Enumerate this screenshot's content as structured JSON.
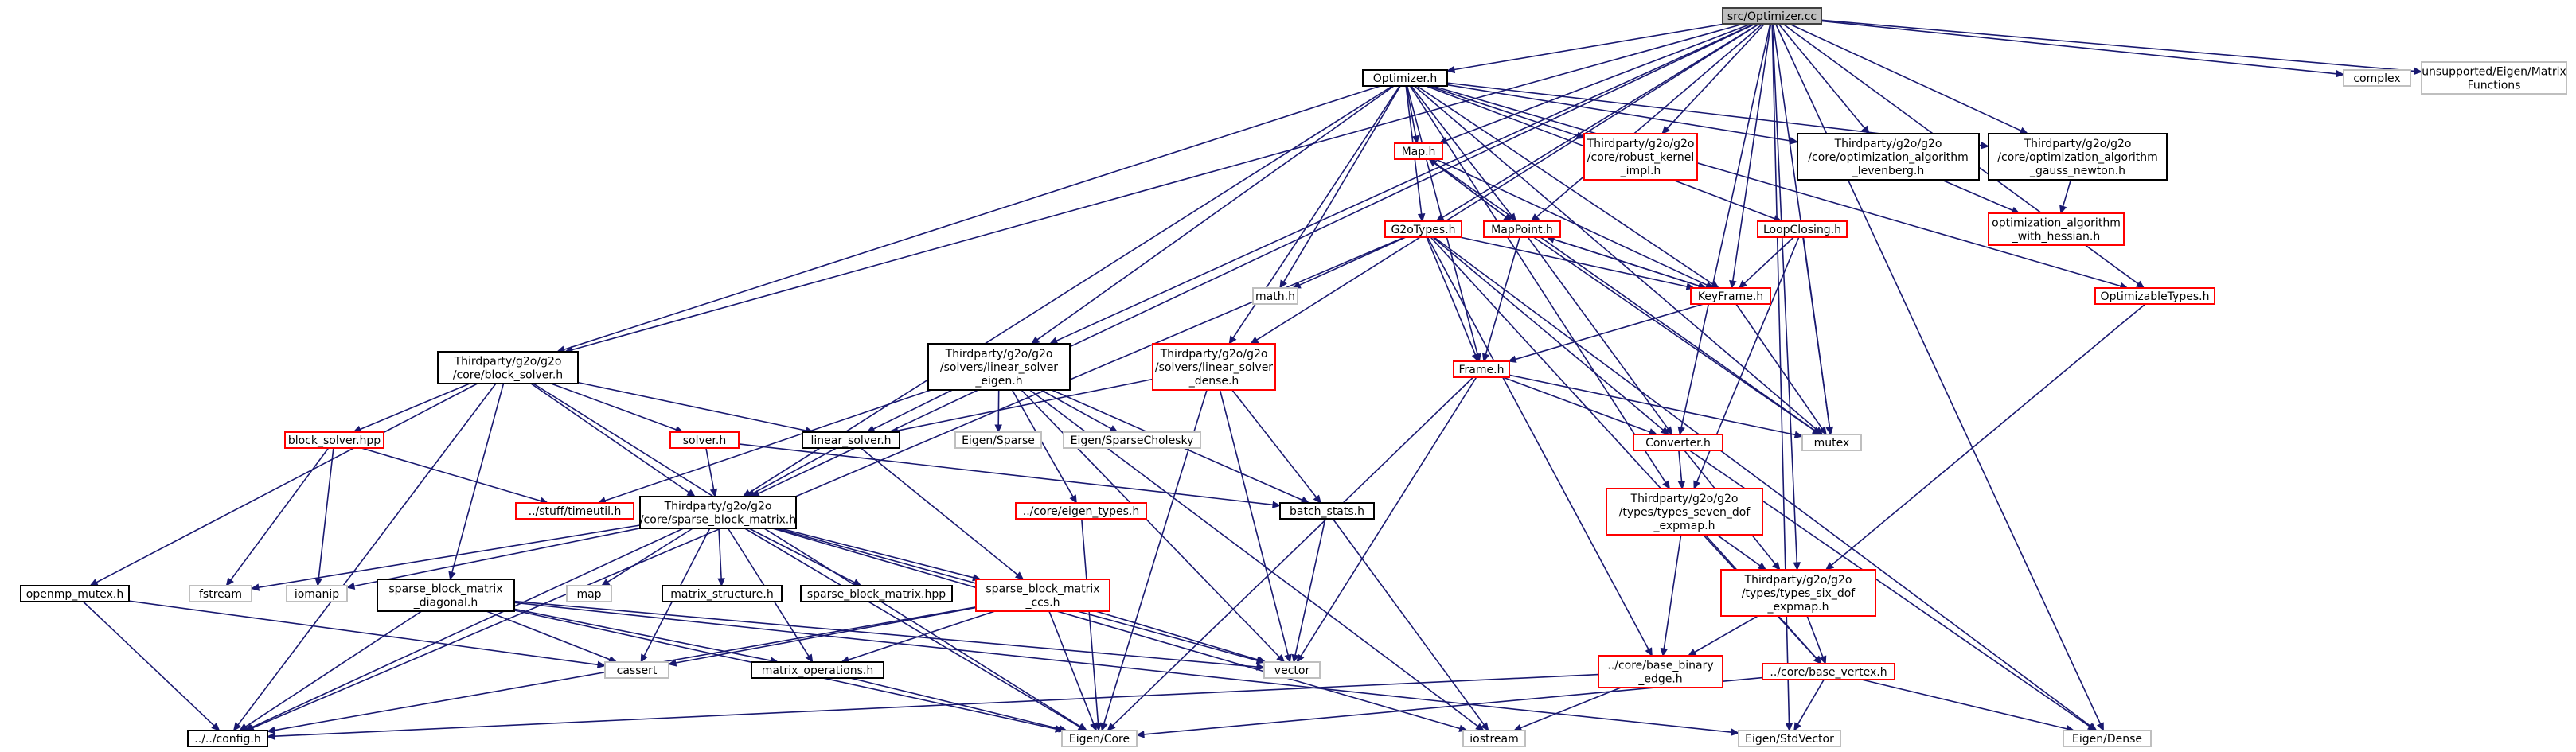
{
  "diagram": {
    "colors": {
      "edge": "#191970",
      "root_fill": "#bfbfbf",
      "root_border": "#404040",
      "normal_border": "#000000",
      "highlight_border": "#ff0000",
      "external_border": "#bfbfbf"
    },
    "nodes": [
      {
        "id": "root",
        "kind": "root",
        "label": [
          "src/Optimizer.cc"
        ]
      },
      {
        "id": "optimizer_h",
        "kind": "normal",
        "label": [
          "Optimizer.h"
        ]
      },
      {
        "id": "complex",
        "kind": "external",
        "label": [
          "complex"
        ]
      },
      {
        "id": "unsupported",
        "kind": "external",
        "label": [
          "unsupported/Eigen/Matrix",
          "Functions"
        ]
      },
      {
        "id": "map_h",
        "kind": "red",
        "label": [
          "Map.h"
        ]
      },
      {
        "id": "robust_kernel",
        "kind": "red",
        "label": [
          "Thirdparty/g2o/g2o",
          "/core/robust_kernel",
          "_impl.h"
        ]
      },
      {
        "id": "opt_levenberg",
        "kind": "normal",
        "label": [
          "Thirdparty/g2o/g2o",
          "/core/optimization_algorithm",
          "_levenberg.h"
        ]
      },
      {
        "id": "opt_gauss",
        "kind": "normal",
        "label": [
          "Thirdparty/g2o/g2o",
          "/core/optimization_algorithm",
          "_gauss_newton.h"
        ]
      },
      {
        "id": "opt_hessian",
        "kind": "red",
        "label": [
          "optimization_algorithm",
          "_with_hessian.h"
        ]
      },
      {
        "id": "g2otypes",
        "kind": "red",
        "label": [
          "G2oTypes.h"
        ]
      },
      {
        "id": "mappoint",
        "kind": "red",
        "label": [
          "MapPoint.h"
        ]
      },
      {
        "id": "loopclosing",
        "kind": "red",
        "label": [
          "LoopClosing.h"
        ]
      },
      {
        "id": "math_h",
        "kind": "external",
        "label": [
          "math.h"
        ]
      },
      {
        "id": "keyframe",
        "kind": "red",
        "label": [
          "KeyFrame.h"
        ]
      },
      {
        "id": "optimizable",
        "kind": "red",
        "label": [
          "OptimizableTypes.h"
        ]
      },
      {
        "id": "block_solver_h",
        "kind": "normal",
        "label": [
          "Thirdparty/g2o/g2o",
          "/core/block_solver.h"
        ]
      },
      {
        "id": "ls_eigen",
        "kind": "normal",
        "label": [
          "Thirdparty/g2o/g2o",
          "/solvers/linear_solver",
          "_eigen.h"
        ]
      },
      {
        "id": "ls_dense",
        "kind": "red",
        "label": [
          "Thirdparty/g2o/g2o",
          "/solvers/linear_solver",
          "_dense.h"
        ]
      },
      {
        "id": "frame",
        "kind": "red",
        "label": [
          "Frame.h"
        ]
      },
      {
        "id": "block_solver_hpp",
        "kind": "red",
        "label": [
          "block_solver.hpp"
        ]
      },
      {
        "id": "solver_h",
        "kind": "red",
        "label": [
          "solver.h"
        ]
      },
      {
        "id": "linear_solver_h",
        "kind": "normal",
        "label": [
          "linear_solver.h"
        ]
      },
      {
        "id": "eigen_sparse",
        "kind": "external",
        "label": [
          "Eigen/Sparse"
        ]
      },
      {
        "id": "eigen_sparse_chol",
        "kind": "external",
        "label": [
          "Eigen/SparseCholesky"
        ]
      },
      {
        "id": "mutex",
        "kind": "external",
        "label": [
          "mutex"
        ]
      },
      {
        "id": "converter",
        "kind": "red",
        "label": [
          "Converter.h"
        ]
      },
      {
        "id": "timeutil",
        "kind": "red",
        "label": [
          "../stuff/timeutil.h"
        ]
      },
      {
        "id": "eigen_types",
        "kind": "red",
        "label": [
          "../core/eigen_types.h"
        ]
      },
      {
        "id": "sparse_block_matrix_h",
        "kind": "normal",
        "label": [
          "Thirdparty/g2o/g2o",
          "/core/sparse_block_matrix.h"
        ]
      },
      {
        "id": "batch_stats",
        "kind": "normal",
        "label": [
          "batch_stats.h"
        ]
      },
      {
        "id": "seven_dof",
        "kind": "red",
        "label": [
          "Thirdparty/g2o/g2o",
          "/types/types_seven_dof",
          "_expmap.h"
        ]
      },
      {
        "id": "openmp_mutex",
        "kind": "normal",
        "label": [
          "openmp_mutex.h"
        ]
      },
      {
        "id": "fstream",
        "kind": "external",
        "label": [
          "fstream"
        ]
      },
      {
        "id": "iomanip",
        "kind": "external",
        "label": [
          "iomanip"
        ]
      },
      {
        "id": "sbm_diagonal",
        "kind": "normal",
        "label": [
          "sparse_block_matrix",
          "_diagonal.h"
        ]
      },
      {
        "id": "map_std",
        "kind": "external",
        "label": [
          "map"
        ]
      },
      {
        "id": "matrix_structure",
        "kind": "normal",
        "label": [
          "matrix_structure.h"
        ]
      },
      {
        "id": "sbm_hpp",
        "kind": "normal",
        "label": [
          "sparse_block_matrix.hpp"
        ]
      },
      {
        "id": "sbm_ccs",
        "kind": "red",
        "label": [
          "sparse_block_matrix",
          "_ccs.h"
        ]
      },
      {
        "id": "six_dof",
        "kind": "red",
        "label": [
          "Thirdparty/g2o/g2o",
          "/types/types_six_dof",
          "_expmap.h"
        ]
      },
      {
        "id": "cassert",
        "kind": "external",
        "label": [
          "cassert"
        ]
      },
      {
        "id": "matrix_operations",
        "kind": "normal",
        "label": [
          "matrix_operations.h"
        ]
      },
      {
        "id": "vector",
        "kind": "external",
        "label": [
          "vector"
        ]
      },
      {
        "id": "base_binary_edge",
        "kind": "red",
        "label": [
          "../core/base_binary",
          "_edge.h"
        ]
      },
      {
        "id": "base_vertex",
        "kind": "red",
        "label": [
          "../core/base_vertex.h"
        ]
      },
      {
        "id": "config_h",
        "kind": "normal",
        "label": [
          "../../config.h"
        ]
      },
      {
        "id": "eigen_core",
        "kind": "external",
        "label": [
          "Eigen/Core"
        ]
      },
      {
        "id": "iostream",
        "kind": "external",
        "label": [
          "iostream"
        ]
      },
      {
        "id": "eigen_stdvector",
        "kind": "external",
        "label": [
          "Eigen/StdVector"
        ]
      },
      {
        "id": "eigen_dense",
        "kind": "external",
        "label": [
          "Eigen/Dense"
        ]
      }
    ]
  }
}
